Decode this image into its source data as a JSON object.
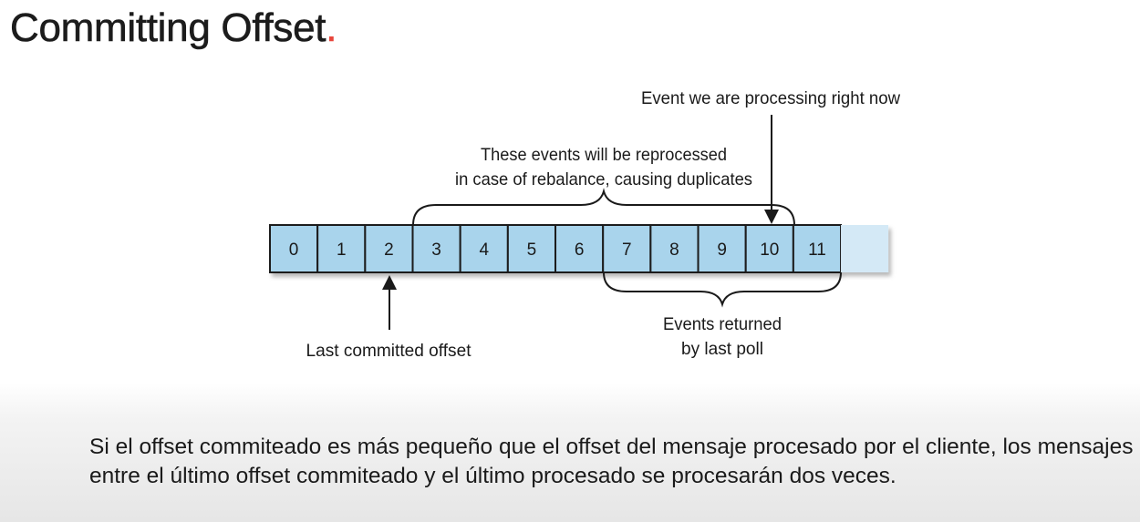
{
  "slide": {
    "title": "Committing Offset",
    "title_dot": ".",
    "caption": "Si el offset commiteado es más pequeño que el offset del mensaje procesado por el cliente, los mensajes entre el último offset commiteado y el último procesado se procesarán dos veces."
  },
  "diagram": {
    "offsets": [
      "0",
      "1",
      "2",
      "3",
      "4",
      "5",
      "6",
      "7",
      "8",
      "9",
      "10",
      "11"
    ],
    "label_current_event": "Event we are processing right now",
    "label_reprocessed_line1": "These events will be reprocessed",
    "label_reprocessed_line2": "in case of rebalance, causing duplicates",
    "label_last_committed": "Last committed offset",
    "label_returned_line1": "Events returned",
    "label_returned_line2": "by last poll"
  },
  "colors": {
    "cell_fill": "#a9d4ec",
    "cell_stroke": "#1a1a1a",
    "empty_cell_fill": "#d4e9f6",
    "title_accent": "#e8463c"
  }
}
